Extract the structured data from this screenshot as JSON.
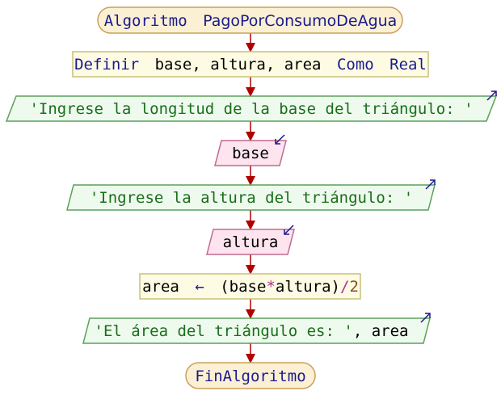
{
  "flowchart": {
    "start": {
      "keyword": "Algoritmo",
      "name": "PagoPorConsumoDeAgua"
    },
    "define": {
      "keyword": "Definir",
      "vars": "base, altura, area",
      "keyword2": "Como",
      "type": "Real"
    },
    "output1": {
      "text": "'Ingrese la longitud de la base del triángulo: '"
    },
    "input1": {
      "var": "base"
    },
    "output2": {
      "text": "'Ingrese la altura del triángulo: '"
    },
    "input2": {
      "var": "altura"
    },
    "assign": {
      "target": "area",
      "arrow": "←",
      "open": "(",
      "a": "base",
      "op": "*",
      "b": "altura",
      "close": ")",
      "div": "/",
      "num": "2"
    },
    "output3": {
      "text": "'El área del triángulo es: '",
      "sep": ", ",
      "var": "area"
    },
    "end": {
      "keyword": "FinAlgoritmo"
    }
  },
  "colors": {
    "keyword": "#1a1a8c",
    "string": "#1a6e1a",
    "number": "#8a4b1a",
    "text": "#000000",
    "operator": "#b03090",
    "connector": "#b00000",
    "terminal_fill": "#fbf0d4",
    "terminal_stroke": "#c9a15a",
    "process_fill": "#fdfbe4",
    "process_stroke": "#c9c07a",
    "output_fill": "#eefaee",
    "output_stroke": "#5aa05a",
    "input_fill": "#fde4ee",
    "input_stroke": "#c06a90",
    "io_arrow": "#1a1a8c"
  }
}
